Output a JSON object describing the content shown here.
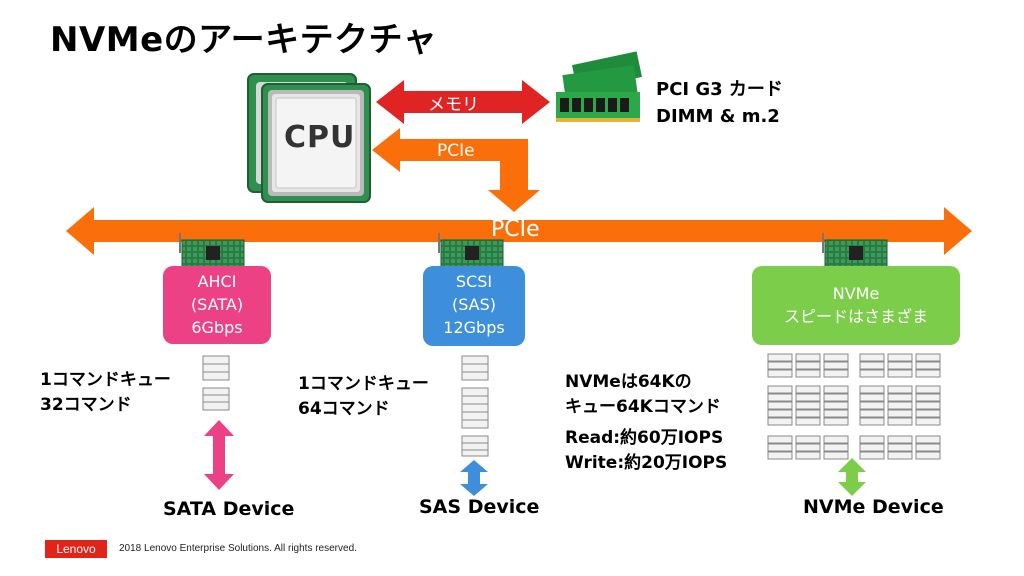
{
  "title": "NVMeのアーキテクチャ",
  "cpu_label": "CPU",
  "memory_arrow_label": "メモリ",
  "pcie_small_label": "PCIe",
  "pcie_bus_label": "PCIe",
  "memory_desc": [
    "PCI G3 カード",
    "DIMM & m.2"
  ],
  "controllers": {
    "ahci": [
      "AHCI",
      "(SATA)",
      "6Gbps"
    ],
    "scsi": [
      "SCSI",
      "(SAS)",
      "12Gbps"
    ],
    "nvme": [
      "NVMe",
      "スピードはさまざま"
    ]
  },
  "queue_text": {
    "sata": [
      "1コマンドキュー",
      "32コマンド"
    ],
    "sas": [
      "1コマンドキュー",
      "64コマンド"
    ],
    "nvme": [
      "NVMeは64Kの",
      "キュー64Kコマンド",
      "Read:約60万IOPS",
      "Write:約20万IOPS"
    ]
  },
  "devices": {
    "sata": "SATA Device",
    "sas": "SAS Device",
    "nvme": "NVMe Device"
  },
  "colors": {
    "bus_orange": "#fb6f0a",
    "memory_red": "#e02424",
    "ahci_pink": "#ec4285",
    "scsi_blue": "#3d8fdb",
    "nvme_green": "#7ccd4a"
  },
  "footer": {
    "logo": "Lenovo",
    "copyright": "2018 Lenovo Enterprise Solutions. All rights reserved."
  }
}
